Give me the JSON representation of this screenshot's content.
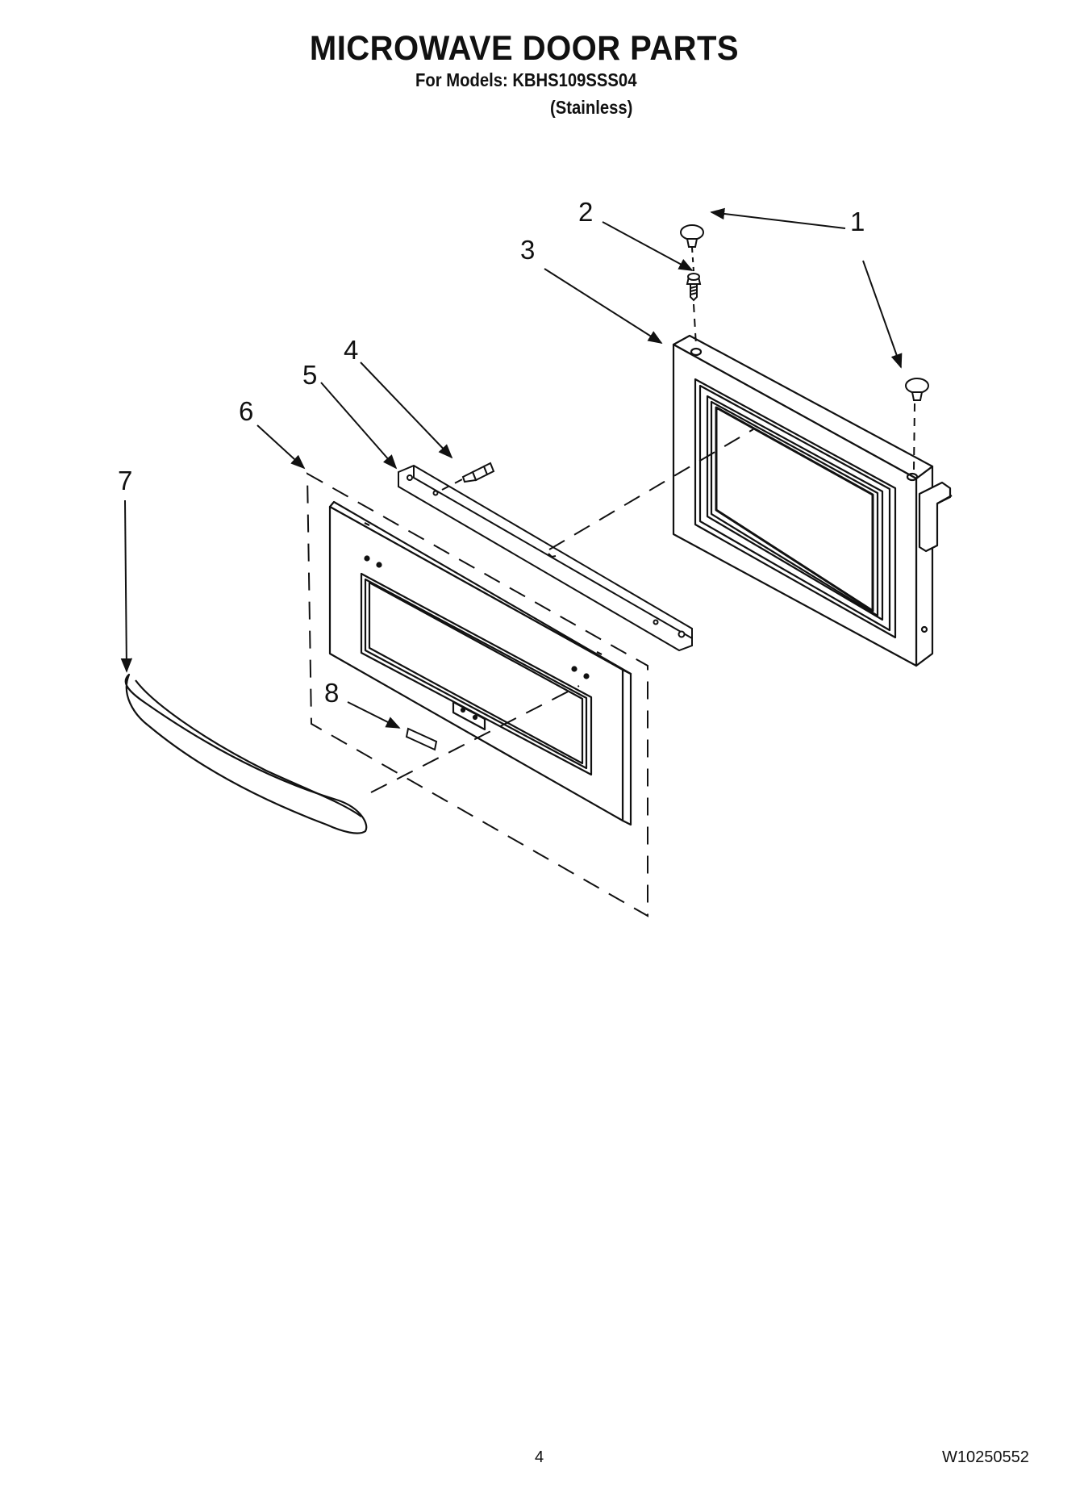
{
  "header": {
    "title": "MICROWAVE DOOR PARTS",
    "models_line": "For Models: KBHS109SSS04",
    "finish_line": "(Stainless)"
  },
  "callouts": [
    "1",
    "2",
    "3",
    "4",
    "5",
    "6",
    "7",
    "8"
  ],
  "footer": {
    "page_number": "4",
    "document_number": "W10250552"
  }
}
